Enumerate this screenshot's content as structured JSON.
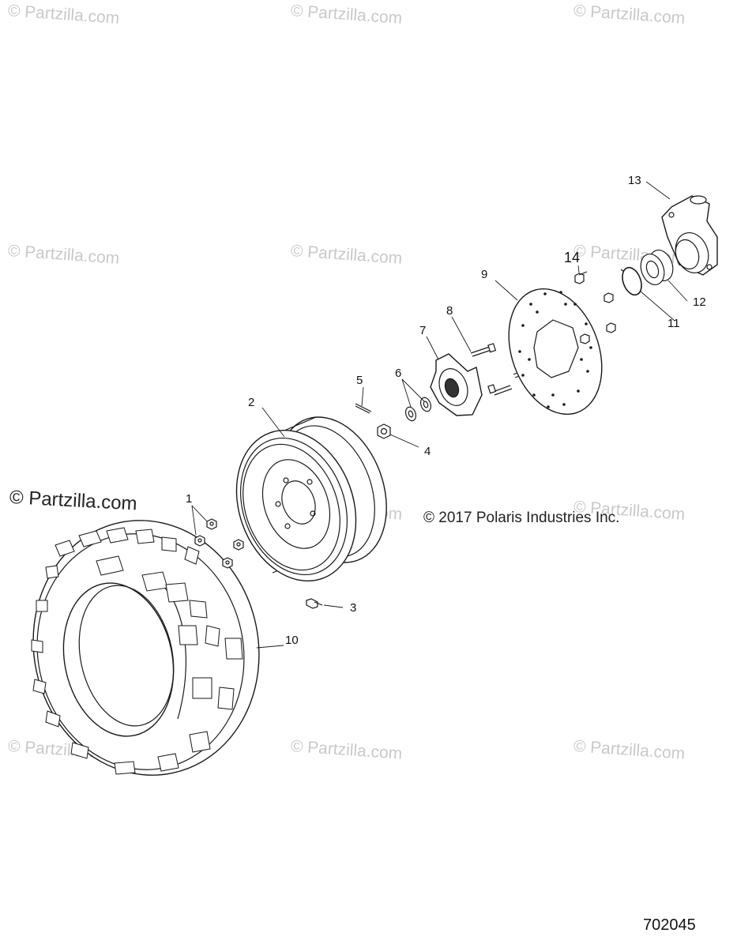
{
  "watermark_text": "© Partzilla.com",
  "copyright": "© 2017 Polaris Industries Inc.",
  "figure_number": "702045",
  "callouts": [
    "1",
    "2",
    "3",
    "4",
    "5",
    "6",
    "7",
    "8",
    "9",
    "10",
    "11",
    "12",
    "13",
    "14"
  ],
  "colors": {
    "line": "#1a1a1a",
    "watermark": "#c9c9c9",
    "background": "#ffffff"
  }
}
